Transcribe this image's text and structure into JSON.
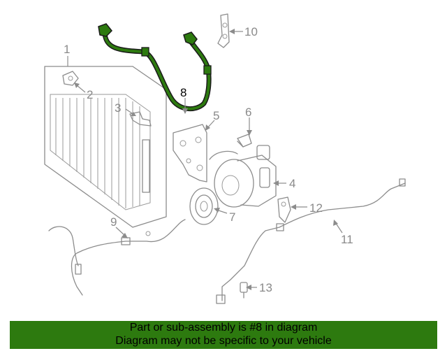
{
  "callouts": [
    {
      "id": "1",
      "label": "1"
    },
    {
      "id": "2",
      "label": "2"
    },
    {
      "id": "3",
      "label": "3"
    },
    {
      "id": "4",
      "label": "4"
    },
    {
      "id": "5",
      "label": "5"
    },
    {
      "id": "6",
      "label": "6"
    },
    {
      "id": "7",
      "label": "7"
    },
    {
      "id": "8",
      "label": "8",
      "highlighted": true
    },
    {
      "id": "9",
      "label": "9"
    },
    {
      "id": "10",
      "label": "10"
    },
    {
      "id": "11",
      "label": "11"
    },
    {
      "id": "12",
      "label": "12"
    },
    {
      "id": "13",
      "label": "13"
    }
  ],
  "footer": {
    "line1": "Part or sub-assembly is #8 in diagram",
    "line2": "Diagram may not be specific to your vehicle"
  },
  "colors": {
    "highlight_part": "#2d7a0f",
    "footer_background": "#2d7a0f",
    "line_art": "#8c8c8c"
  }
}
